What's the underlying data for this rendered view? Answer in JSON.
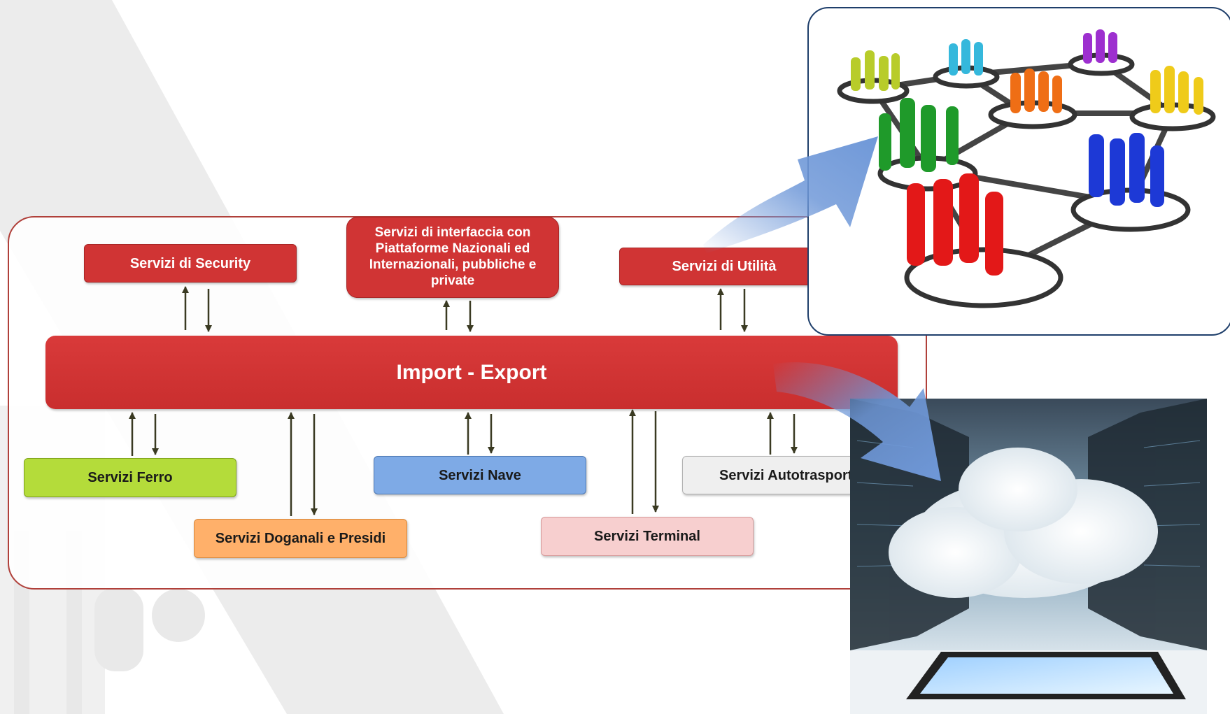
{
  "diagram": {
    "main": "Import - Export",
    "top_services": [
      "Servizi di Security",
      "Servizi di interfaccia con Piattaforme Nazionali ed Internazionali, pubbliche e private",
      "Servizi di Utilità"
    ],
    "bottom_services": [
      "Servizi Ferro",
      "Servizi Nave",
      "Servizi Autotrasporto",
      "Servizi Doganali e Presidi",
      "Servizi Terminal"
    ]
  },
  "colors": {
    "frame": "#b0403a",
    "red_box": "#d03434",
    "ferro": "#b4dc3a",
    "nave": "#7eaae6",
    "autotrasporto": "#efefef",
    "doganali": "#ffb06a",
    "terminal": "#f7cfcf",
    "arrow": "#3a3a22",
    "callout_arrow": "#6f98d8"
  },
  "images": {
    "top_right": "people-network-illustration",
    "bottom_right": "cloud-datacenter-tablet-illustration"
  }
}
